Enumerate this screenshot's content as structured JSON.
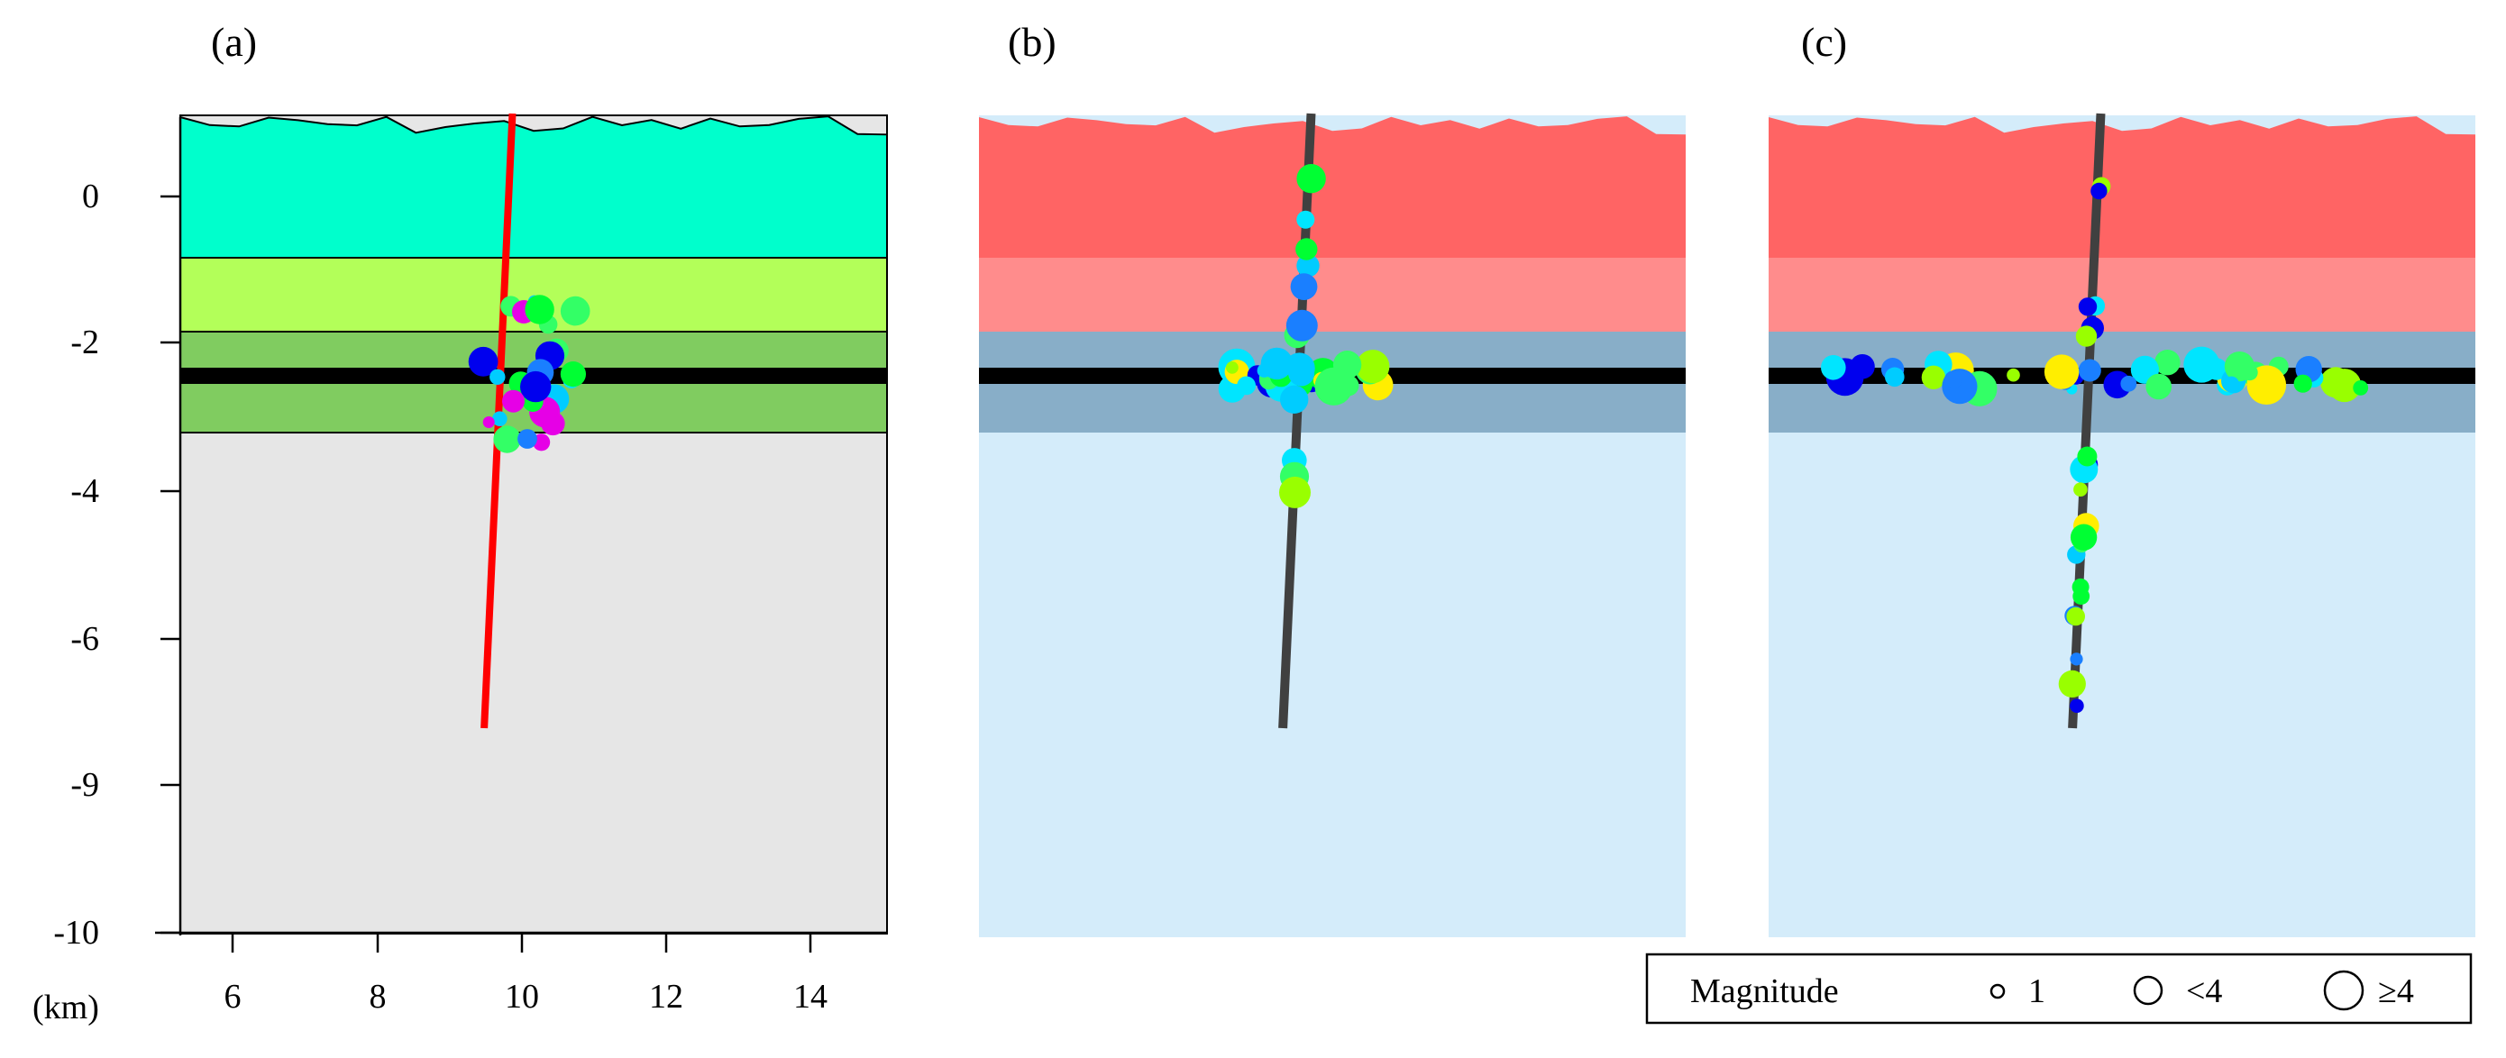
{
  "panel_labels": [
    "(a)",
    "(b)",
    "(c)"
  ],
  "axes": {
    "y_ticks": [
      "0",
      "-2",
      "-4",
      "-6",
      "-9",
      "-10"
    ],
    "x_ticks": [
      "6",
      "8",
      "10",
      "12",
      "14"
    ],
    "x_unit": "(km)"
  },
  "colors": {
    "a_layer1": "#00ffcc",
    "a_layer2": "#b3ff59",
    "a_layer3": "#80cc60",
    "a_coal": "#000000",
    "a_basement": "#e6e6e6",
    "a_fault": "#ff0000",
    "bc_layer1": "#ff6464",
    "bc_layer2": "#ff8c8c",
    "bc_layer3": "#88aec8",
    "bc_basement": "#d4ecfa",
    "bc_fault": "#404040"
  },
  "legend": {
    "title": "Magnitude",
    "items": [
      "1",
      "<4",
      "≥4"
    ]
  }
}
